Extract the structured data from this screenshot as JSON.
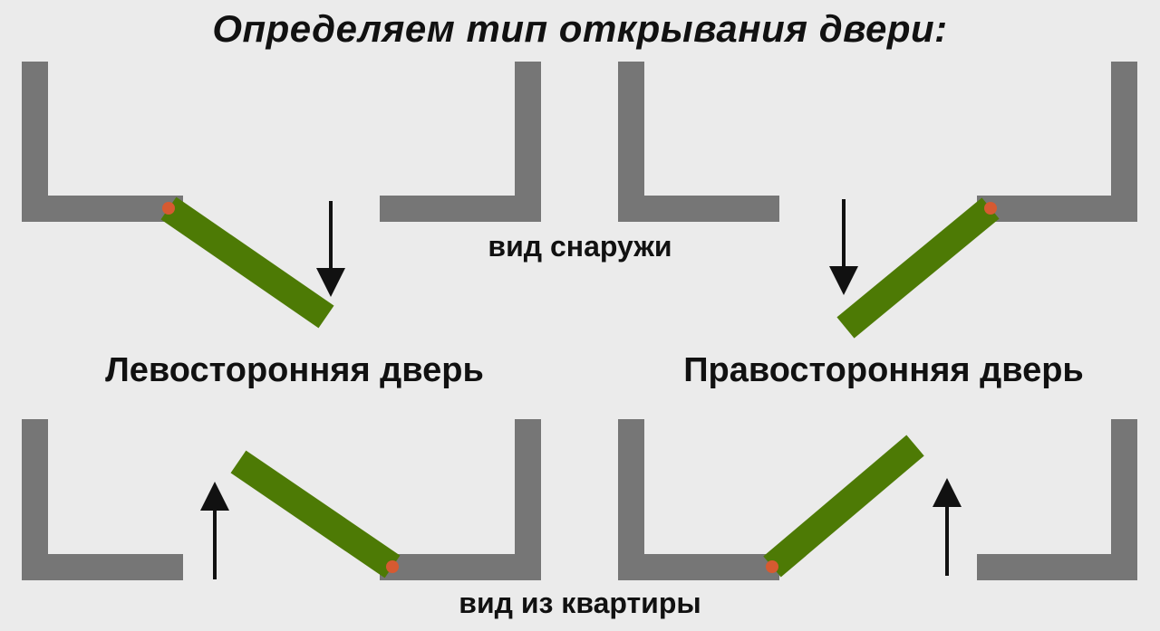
{
  "title": "Определяем тип открывания двери:",
  "views": {
    "outside": "вид снаружи",
    "inside": "вид из квартиры"
  },
  "doors": {
    "left": "Левосторонняя дверь",
    "right": "Правосторонняя дверь"
  },
  "colors": {
    "wall": "#767676",
    "door_leaf": "#4d7a05",
    "hinge": "#d65a31",
    "arrow": "#111111",
    "background": "#ebebeb"
  }
}
